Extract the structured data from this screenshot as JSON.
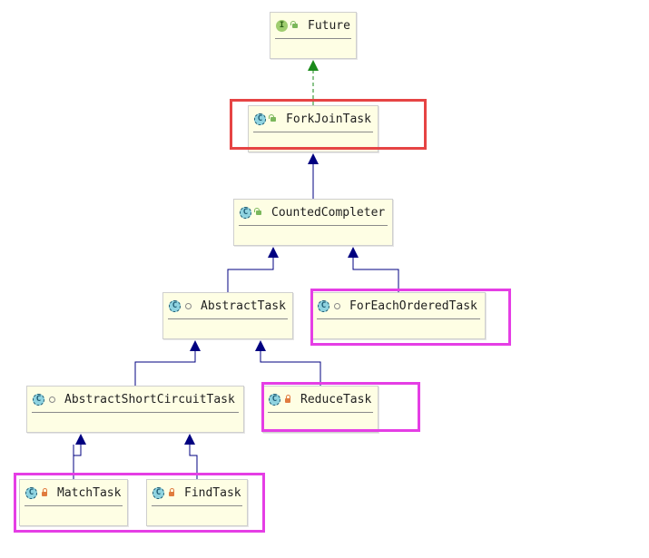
{
  "nodes": {
    "future": {
      "label": "Future",
      "kind": "interface",
      "badge": "I",
      "modifier": "public"
    },
    "fork_join_task": {
      "label": "ForkJoinTask",
      "kind": "abstract-class",
      "badge": "C",
      "modifier": "public"
    },
    "counted_completer": {
      "label": "CountedCompleter",
      "kind": "abstract-class",
      "badge": "C",
      "modifier": "public"
    },
    "abstract_task": {
      "label": "AbstractTask",
      "kind": "abstract-class",
      "badge": "C",
      "modifier": "package"
    },
    "for_each_ordered_task": {
      "label": "ForEachOrderedTask",
      "kind": "class",
      "badge": "C",
      "modifier": "package"
    },
    "abstract_short_circuit_task": {
      "label": "AbstractShortCircuitTask",
      "kind": "abstract-class",
      "badge": "C",
      "modifier": "package"
    },
    "reduce_task": {
      "label": "ReduceTask",
      "kind": "class",
      "badge": "C",
      "modifier": "private"
    },
    "match_task": {
      "label": "MatchTask",
      "kind": "class",
      "badge": "C",
      "modifier": "private"
    },
    "find_task": {
      "label": "FindTask",
      "kind": "class",
      "badge": "C",
      "modifier": "private"
    }
  },
  "relations": [
    {
      "from": "fork_join_task",
      "to": "future",
      "type": "implements"
    },
    {
      "from": "counted_completer",
      "to": "fork_join_task",
      "type": "extends"
    },
    {
      "from": "abstract_task",
      "to": "counted_completer",
      "type": "extends"
    },
    {
      "from": "for_each_ordered_task",
      "to": "counted_completer",
      "type": "extends"
    },
    {
      "from": "abstract_short_circuit_task",
      "to": "abstract_task",
      "type": "extends"
    },
    {
      "from": "reduce_task",
      "to": "abstract_task",
      "type": "extends"
    },
    {
      "from": "match_task",
      "to": "abstract_short_circuit_task",
      "type": "extends"
    },
    {
      "from": "find_task",
      "to": "abstract_short_circuit_task",
      "type": "extends"
    }
  ],
  "highlights": [
    {
      "target": "fork_join_task",
      "color": "#e64444"
    },
    {
      "target": "for_each_ordered_task",
      "color": "#e53ee5"
    },
    {
      "target": "reduce_task",
      "color": "#e53ee5"
    },
    {
      "target": "match_task+find_task",
      "color": "#e53ee5"
    }
  ],
  "colors": {
    "node_fill": "#fefee4",
    "extends_arrow": "#000080",
    "implements_arrow": "#1a8a1a"
  }
}
